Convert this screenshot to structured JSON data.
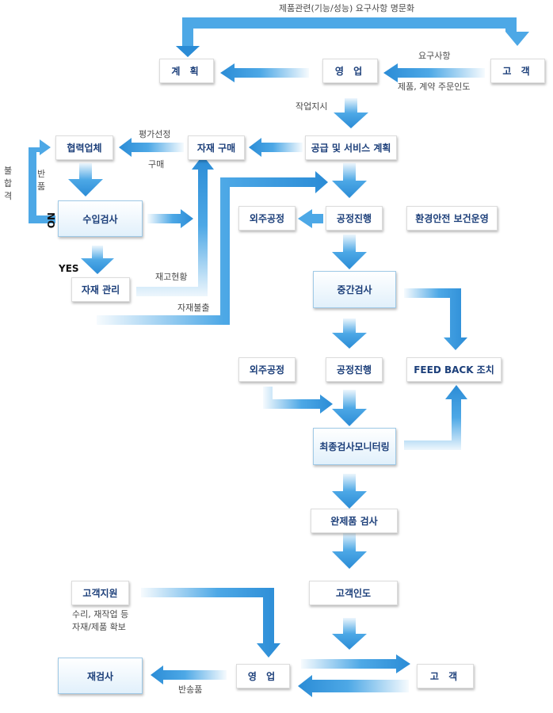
{
  "colors": {
    "arrow": "#4da8e6",
    "arrow_dark": "#2b8cd6",
    "box_text": "#1c3f7a"
  },
  "boxes": {
    "plan": "계 획",
    "sales_top": "영 업",
    "customer_top": "고 객",
    "partner": "협력업체",
    "material_purchase": "자재 구매",
    "supply_plan": "공급 및 서비스 계획",
    "incoming_inspection": "수입검사",
    "outsourcing_1": "외주공정",
    "process_1": "공정진행",
    "env_safety": "환경안전 보건운영",
    "material_mgmt": "자재 관리",
    "mid_inspection": "중간검사",
    "outsourcing_2": "외주공정",
    "process_2": "공정진행",
    "feedback": "FEED BACK 조치",
    "final_inspection": "최종검사모니터링",
    "finished_inspection": "완제품 검사",
    "customer_delivery": "고객인도",
    "customer_support": "고객지원",
    "reinspection": "재검사",
    "sales_bottom": "영 업",
    "customer_bottom": "고 객"
  },
  "labels": {
    "top_loop": "제품관련(기능/성능) 요구사항 명문화",
    "requirements": "요구사항",
    "product_order": "제품, 계약 주문인도",
    "work_order": "작업지시",
    "evaluation": "평가선정",
    "purchase": "구매",
    "return": "반품",
    "reject": "불합격",
    "no": "NO",
    "yes": "YES",
    "stock_status": "재고현황",
    "material_issue": "자재불출",
    "support_detail_1": "수리, 재작업 등",
    "support_detail_2": "자재/제품 확보",
    "returned_goods": "반송품"
  }
}
